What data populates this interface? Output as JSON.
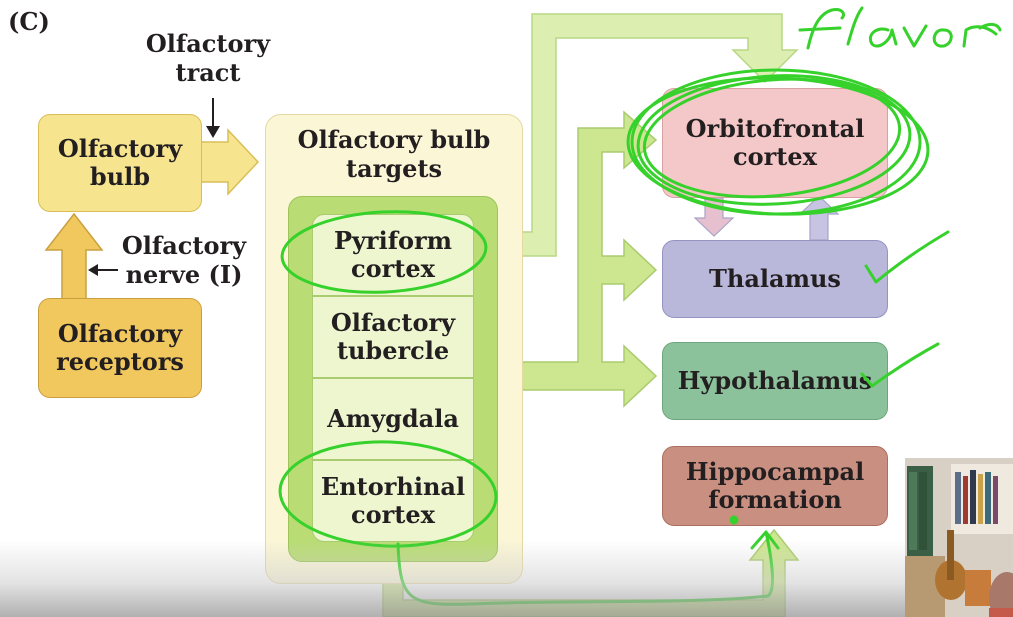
{
  "panel_label": "(C)",
  "labels": {
    "olfactory_tract": "Olfactory\ntract",
    "olfactory_nerve": "Olfactory\nnerve (I)",
    "bulb_targets": "Olfactory bulb\ntargets"
  },
  "boxes": {
    "olfactory_bulb": "Olfactory\nbulb",
    "olfactory_receptors": "Olfactory\nreceptors",
    "pyriform_cortex": "Pyriform\ncortex",
    "olfactory_tubercle": "Olfactory\ntubercle",
    "amygdala": "Amygdala",
    "entorhinal_cortex": "Entorhinal\ncortex",
    "orbitofrontal_cortex": "Orbitofrontal\ncortex",
    "thalamus": "Thalamus",
    "hypothalamus": "Hypothalamus",
    "hippocampal_formation": "Hippocampal\nformation"
  },
  "annotations": {
    "handwriting": "flavor"
  },
  "colors": {
    "yellow_box": "#f6e48e",
    "receptor_box": "#f1c85e",
    "targets_bg": "#fbf6d6",
    "targets_inner": "#b9dc74",
    "target_cell": "#eef6cf",
    "arrow_green": "#cde690",
    "orbitofrontal": "#f4c8c8",
    "thalamus": "#b9b7da",
    "hypothalamus": "#8cc29b",
    "hippocampal": "#c98f80",
    "ink_green": "#36d12b"
  }
}
